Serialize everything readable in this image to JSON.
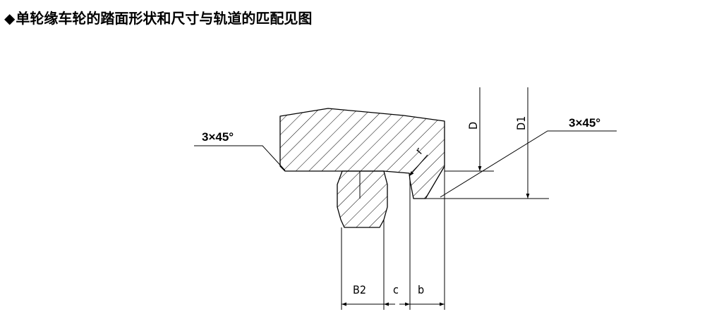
{
  "title": {
    "bullet": "◆",
    "text": "单轮缘车轮的踏面形状和尺寸与轨道的匹配见图"
  },
  "diagram": {
    "chamfer_left": "3×45°",
    "chamfer_right": "3×45°",
    "radius_label": "r",
    "dim_D": "D",
    "dim_D1": "D1",
    "dim_B2": "B2",
    "dim_c": "c",
    "dim_b": "b"
  }
}
